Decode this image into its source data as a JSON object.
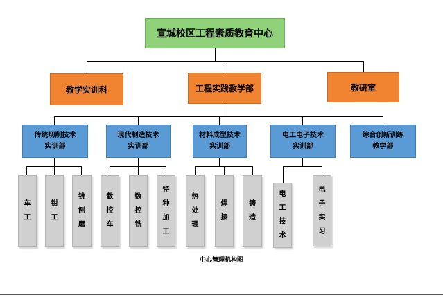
{
  "title": "宣城校区工程素质教育中心",
  "departments": [
    "教学实训科",
    "工程实践教学部",
    "教研室"
  ],
  "sub_departments": [
    "传统切削技术\n实训部",
    "现代制造技术\n实训部",
    "材料成型技术\n实训部",
    "电工电子技术\n实训部",
    "综合创新训练\n教学部"
  ],
  "leaves": [
    "车\n工",
    "钳\n工",
    "铣\n刨\n磨",
    "数\n控\n车",
    "数\n控\n铣",
    "特\n种\n加\n工",
    "热\n处\n理",
    "焊\n接",
    "铸\n造",
    "电\n工\n技\n术",
    "电\n子\n实\n习"
  ],
  "caption": "中心管理机构图",
  "colors": {
    "root": "#8fd27a",
    "department": "#f08431",
    "sub_department": "#5b9bd5",
    "leaf": "#d0d0d0",
    "line": "#000000"
  }
}
